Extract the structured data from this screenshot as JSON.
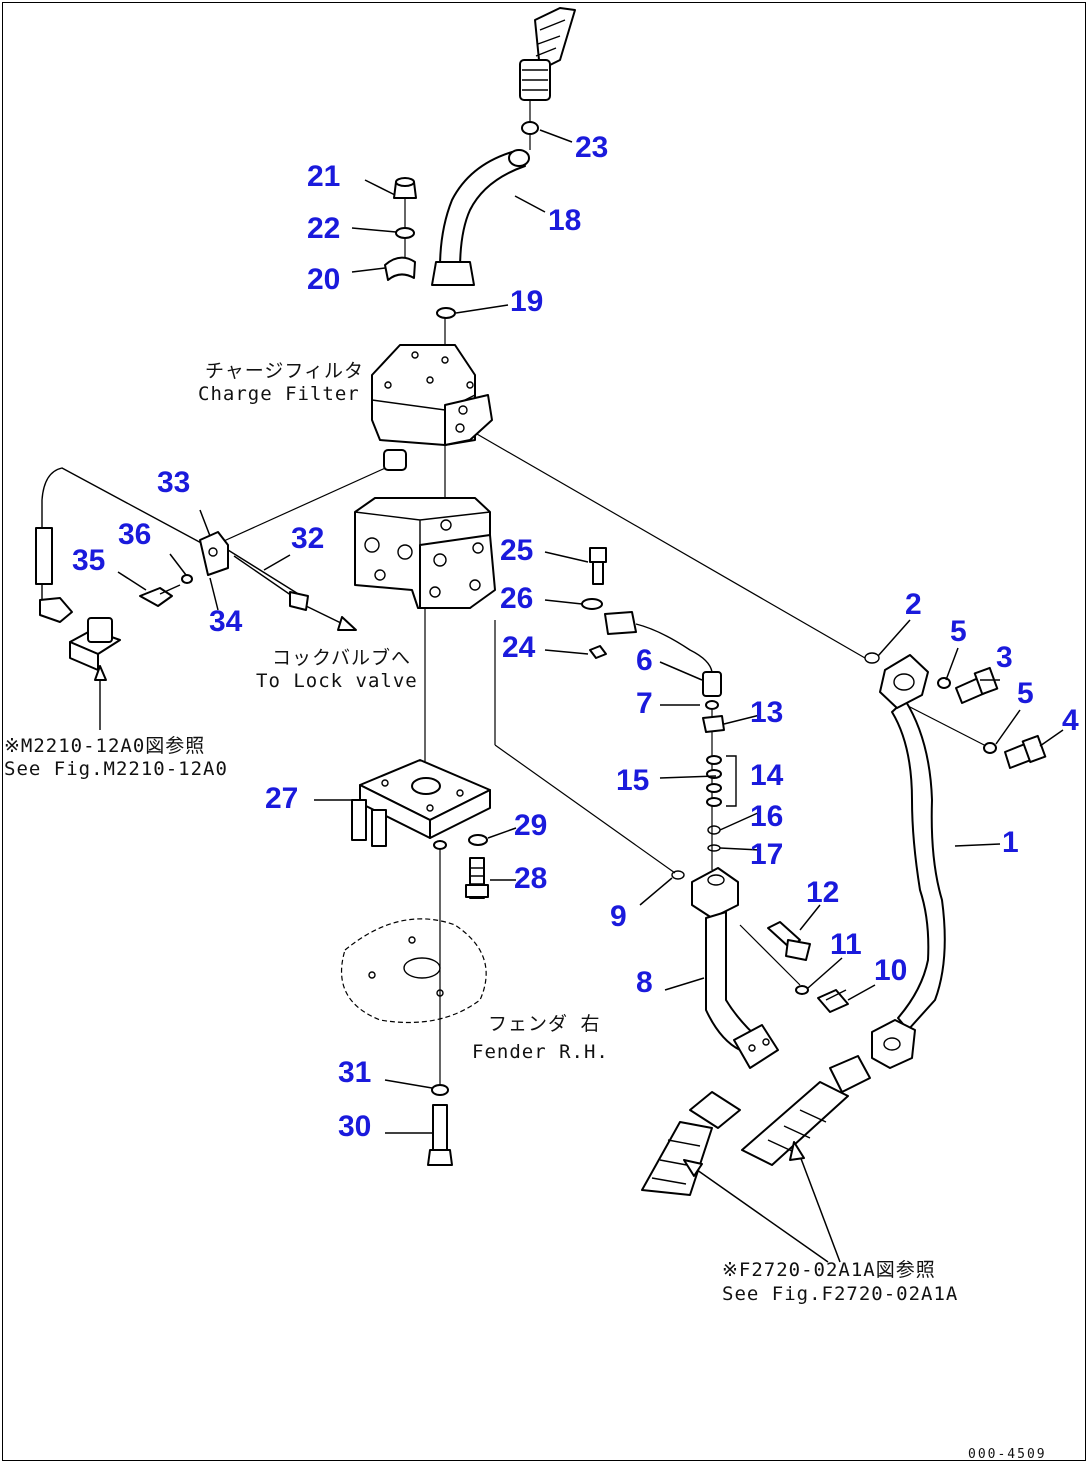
{
  "callouts": [
    "1",
    "2",
    "3",
    "4",
    "5",
    "5",
    "6",
    "7",
    "8",
    "9",
    "10",
    "11",
    "12",
    "13",
    "14",
    "15",
    "16",
    "17",
    "18",
    "19",
    "20",
    "21",
    "22",
    "23",
    "24",
    "25",
    "26",
    "27",
    "28",
    "29",
    "30",
    "31",
    "32",
    "33",
    "34",
    "35",
    "36"
  ],
  "notes": {
    "charge_filter_jp": "チャージフィルタ",
    "charge_filter_en": "Charge Filter",
    "lock_valve_jp": "コックバルブへ",
    "lock_valve_en": "To Lock valve",
    "fig_m2210_jp": "※M2210-12A0図参照",
    "fig_m2210_en": "See Fig.M2210-12A0",
    "fender_jp": "フェンダ 右",
    "fender_en": "Fender R.H.",
    "fig_f2720_jp": "※F2720-02A1A図参照",
    "fig_f2720_en": "See Fig.F2720-02A1A"
  },
  "drawing_code": "000-4509"
}
